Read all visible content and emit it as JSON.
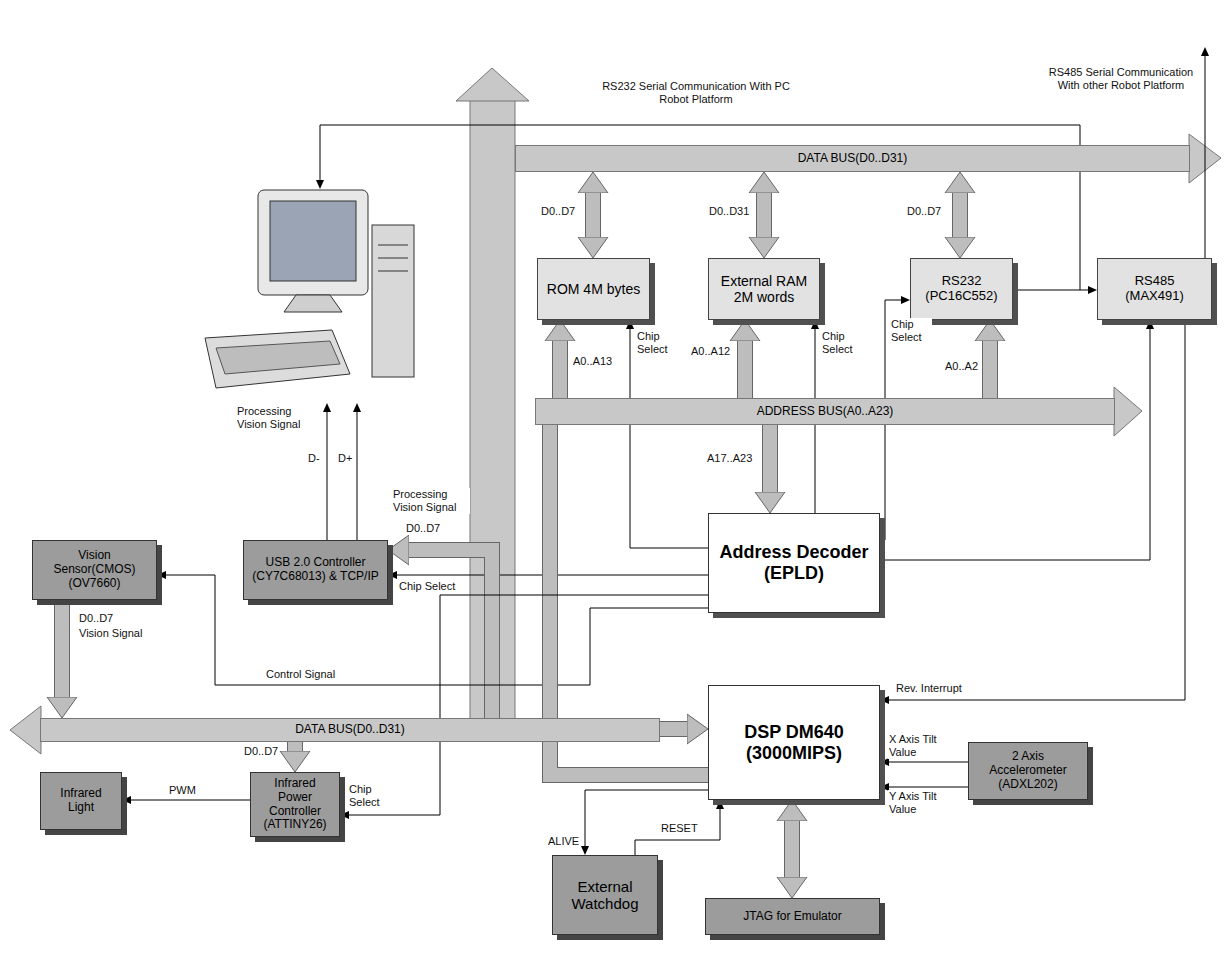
{
  "diagram": {
    "nodes": [
      {
        "text": [
          "DATA BUS(D0..D31)"
        ]
      },
      {
        "text": [
          "ROM 4M bytes"
        ]
      },
      {
        "text": [
          "External RAM 2M words"
        ]
      },
      {
        "text": [
          "RS232 (PC16C552)"
        ]
      },
      {
        "text": [
          "RS485 (MAX491)"
        ]
      },
      {
        "text": [
          "ADDRESS BUS(A0..A23)"
        ]
      },
      {
        "text": [
          "Address Decoder (EPLD)"
        ]
      },
      {
        "text": [
          "Vision Sensor(CMOS) (OV7660)"
        ]
      },
      {
        "text": [
          "USB 2.0 Controller (CY7C68013) & TCP/IP"
        ]
      },
      {
        "text": [
          "DSP DM640 (3000MIPS)"
        ]
      },
      {
        "text": [
          "DATA BUS(D0..D31)"
        ]
      },
      {
        "text": [
          "Infrared Light"
        ]
      },
      {
        "text": [
          "Infrared Power Controller (ATTINY26)"
        ]
      },
      {
        "text": [
          "2 Axis Accelerometer (ADXL202)"
        ]
      },
      {
        "text": [
          "External Watchdog"
        ]
      },
      {
        "text": [
          "JTAG for Emulator"
        ]
      }
    ],
    "edges": [
      {
        "from": 0,
        "to": 1,
        "arrow": "both",
        "label": "D0..D7"
      },
      {
        "from": 0,
        "to": 2,
        "arrow": "both",
        "label": "D0..D31"
      },
      {
        "from": 0,
        "to": 3,
        "arrow": "both",
        "label": "D0..D7"
      },
      {
        "from": 5,
        "to": 1,
        "arrow": "to",
        "label": "A0..A13"
      },
      {
        "from": 6,
        "to": 1,
        "arrow": "to",
        "label": "Chip Select"
      },
      {
        "from": 5,
        "to": 2,
        "arrow": "to",
        "label": "A0..A12"
      },
      {
        "from": 6,
        "to": 2,
        "arrow": "to",
        "label": "Chip Select"
      },
      {
        "from": 5,
        "to": 3,
        "arrow": "to",
        "label": "A0..A2"
      },
      {
        "from": 6,
        "to": 3,
        "arrow": "to",
        "label": "Chip Select"
      },
      {
        "from": 3,
        "to": 4,
        "arrow": "to"
      },
      {
        "from": 5,
        "to": 6,
        "arrow": "to",
        "label": "A17..A23"
      },
      {
        "from": 6,
        "to": 4,
        "arrow": "to"
      },
      {
        "from": 4,
        "to": 9,
        "arrow": "to",
        "label": "Rev. Interrupt"
      },
      {
        "from": 6,
        "to": 8,
        "arrow": "to",
        "label": "Chip Select"
      },
      {
        "from": 10,
        "to": 8,
        "arrow": "to",
        "label": "D0..D7"
      },
      {
        "from": 6,
        "to": 7,
        "arrow": "to",
        "label": "Control Signal"
      },
      {
        "from": 7,
        "to": 10,
        "arrow": "to",
        "label": "D0..D7"
      },
      {
        "from": 10,
        "to": 9,
        "arrow": "to"
      },
      {
        "from": 5,
        "to": 9,
        "arrow": "none"
      },
      {
        "from": 6,
        "to": 12,
        "arrow": "to",
        "label": "Chip Select"
      },
      {
        "from": 10,
        "to": 12,
        "arrow": "to",
        "label": "D0..D7"
      },
      {
        "from": 12,
        "to": 11,
        "arrow": "to",
        "label": "PWM"
      },
      {
        "from": 9,
        "to": 14,
        "arrow": "to",
        "label": "ALIVE"
      },
      {
        "from": 14,
        "to": 9,
        "arrow": "to",
        "label": "RESET"
      },
      {
        "from": 15,
        "to": 9,
        "arrow": "both"
      },
      {
        "from": 13,
        "to": 9,
        "arrow": "to",
        "label": "X Axis Tilt Value"
      },
      {
        "from": 13,
        "to": 9,
        "arrow": "to",
        "label": "Y Axis Tilt Value"
      }
    ],
    "labels": [
      "RS232 Serial Communication With PC Robot Platform",
      "RS485 Serial Communication With other Robot Platform",
      "Processing Vision Signal",
      "D-",
      "D+",
      "Processing Vision Signal",
      "Vision Signal"
    ]
  }
}
